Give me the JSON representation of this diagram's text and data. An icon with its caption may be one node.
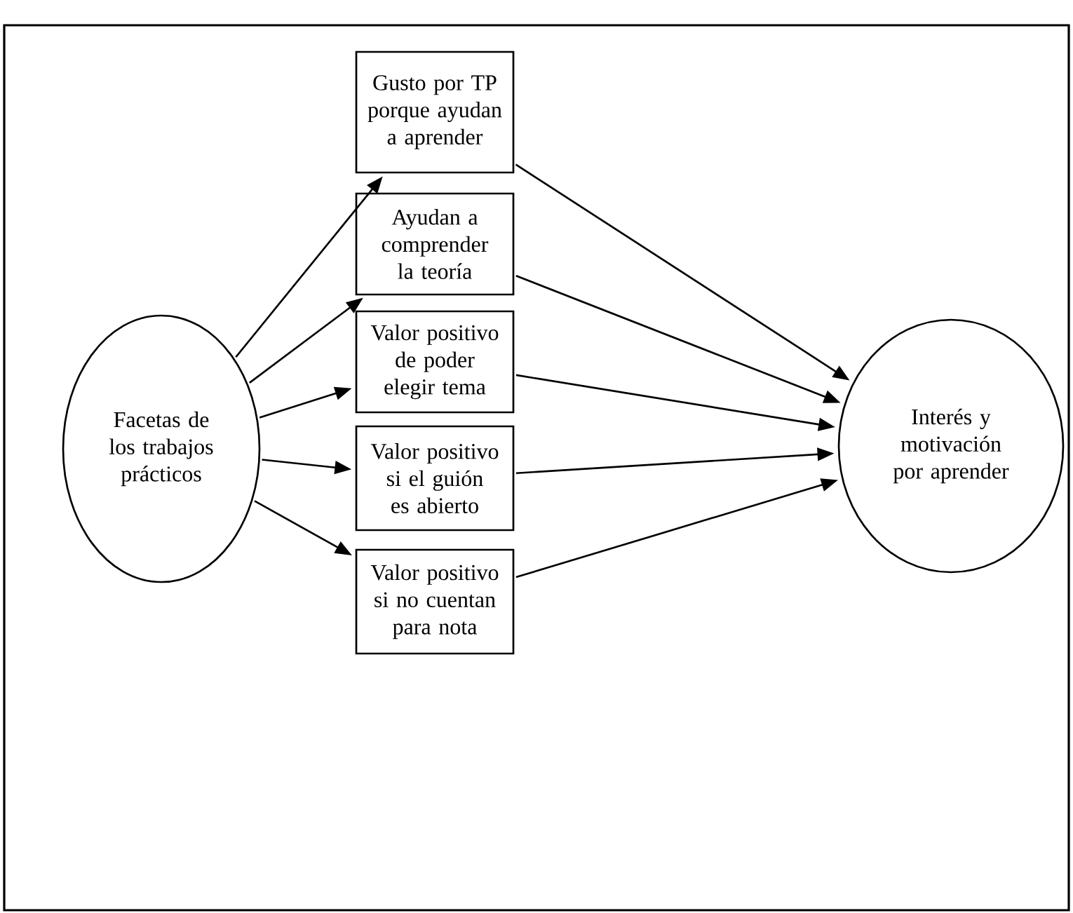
{
  "diagram": {
    "nodes": [
      {
        "text": [
          "Facetas de los trabajos prácticos"
        ]
      },
      {
        "text": [
          "Gusto por TP porque ayudan a aprender"
        ]
      },
      {
        "text": [
          "Ayudan a comprender la teoría"
        ]
      },
      {
        "text": [
          "Valor positivo de poder elegir tema"
        ]
      },
      {
        "text": [
          "Valor positivo si el guión es abierto"
        ]
      },
      {
        "text": [
          "Valor positivo si no cuentan para nota"
        ]
      },
      {
        "text": [
          "Interés y motivación por aprender"
        ]
      }
    ],
    "edges": [
      {
        "from": 0,
        "to": 1,
        "arrow": "to"
      },
      {
        "from": 0,
        "to": 2,
        "arrow": "to"
      },
      {
        "from": 0,
        "to": 3,
        "arrow": "to"
      },
      {
        "from": 0,
        "to": 4,
        "arrow": "to"
      },
      {
        "from": 0,
        "to": 5,
        "arrow": "to"
      },
      {
        "from": 1,
        "to": 6,
        "arrow": "to"
      },
      {
        "from": 2,
        "to": 6,
        "arrow": "to"
      },
      {
        "from": 3,
        "to": 6,
        "arrow": "to"
      },
      {
        "from": 4,
        "to": 6,
        "arrow": "to"
      },
      {
        "from": 5,
        "to": 6,
        "arrow": "to"
      }
    ]
  }
}
